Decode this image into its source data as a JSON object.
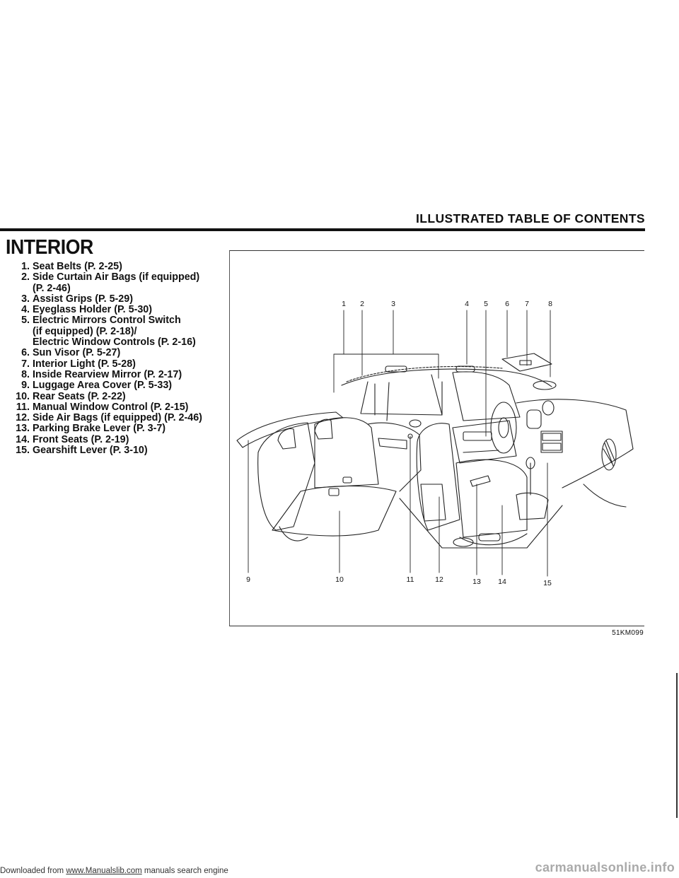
{
  "header": {
    "title": "ILLUSTRATED TABLE OF CONTENTS"
  },
  "section": {
    "title": "INTERIOR"
  },
  "items": [
    {
      "num": "1.",
      "text": "Seat Belts (P. 2-25)"
    },
    {
      "num": "2.",
      "text": "Side Curtain Air Bags (if equipped)\n(P. 2-46)"
    },
    {
      "num": "3.",
      "text": "Assist Grips (P. 5-29)"
    },
    {
      "num": "4.",
      "text": "Eyeglass Holder (P. 5-30)"
    },
    {
      "num": "5.",
      "text": "Electric Mirrors Control Switch\n(if equipped) (P. 2-18)/\nElectric Window Controls (P. 2-16)"
    },
    {
      "num": "6.",
      "text": "Sun Visor (P. 5-27)"
    },
    {
      "num": "7.",
      "text": "Interior Light (P. 5-28)"
    },
    {
      "num": "8.",
      "text": "Inside Rearview Mirror (P. 2-17)"
    },
    {
      "num": "9.",
      "text": "Luggage Area Cover (P. 5-33)"
    },
    {
      "num": "10.",
      "text": "Rear Seats (P. 2-22)"
    },
    {
      "num": "11.",
      "text": "Manual Window Control (P. 2-15)"
    },
    {
      "num": "12.",
      "text": "Side Air Bags (if equipped) (P. 2-46)"
    },
    {
      "num": "13.",
      "text": "Parking Brake Lever (P. 3-7)"
    },
    {
      "num": "14.",
      "text": "Front Seats (P. 2-19)"
    },
    {
      "num": "15.",
      "text": "Gearshift Lever (P. 3-10)"
    }
  ],
  "figure": {
    "code": "51KM099",
    "top_callouts": [
      "1",
      "2",
      "3",
      "4",
      "5",
      "6",
      "7",
      "8"
    ],
    "bottom_callouts": [
      "9",
      "10",
      "11",
      "12",
      "13",
      "14",
      "15"
    ]
  },
  "footer": {
    "prefix": "Downloaded from ",
    "link": "www.Manualslib.com",
    "suffix": " manuals search engine"
  },
  "watermark": "carmanualsonline.info"
}
